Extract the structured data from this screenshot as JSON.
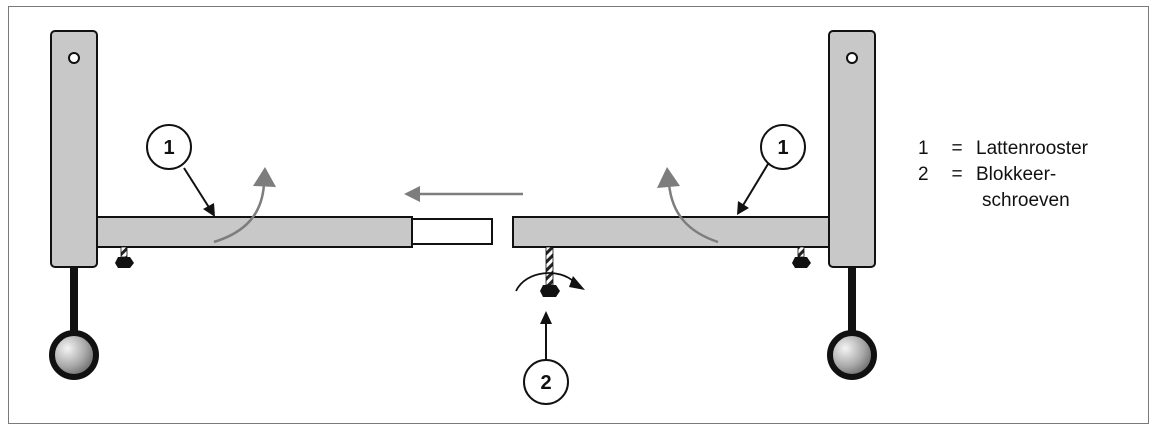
{
  "callouts": {
    "left_frame": "1",
    "right_frame": "1",
    "screws": "2"
  },
  "legend": {
    "items": [
      {
        "number": "1",
        "separator": "=",
        "label": "Lattenrooster"
      },
      {
        "number": "2",
        "separator": "=",
        "label": "Blokkeer-",
        "label_continued": "schroeven"
      }
    ]
  },
  "colors": {
    "frame_fill": "#c8c8c8",
    "outline": "#111111",
    "arrow_gray": "#7d7d7d",
    "border": "#7a7a7a"
  }
}
